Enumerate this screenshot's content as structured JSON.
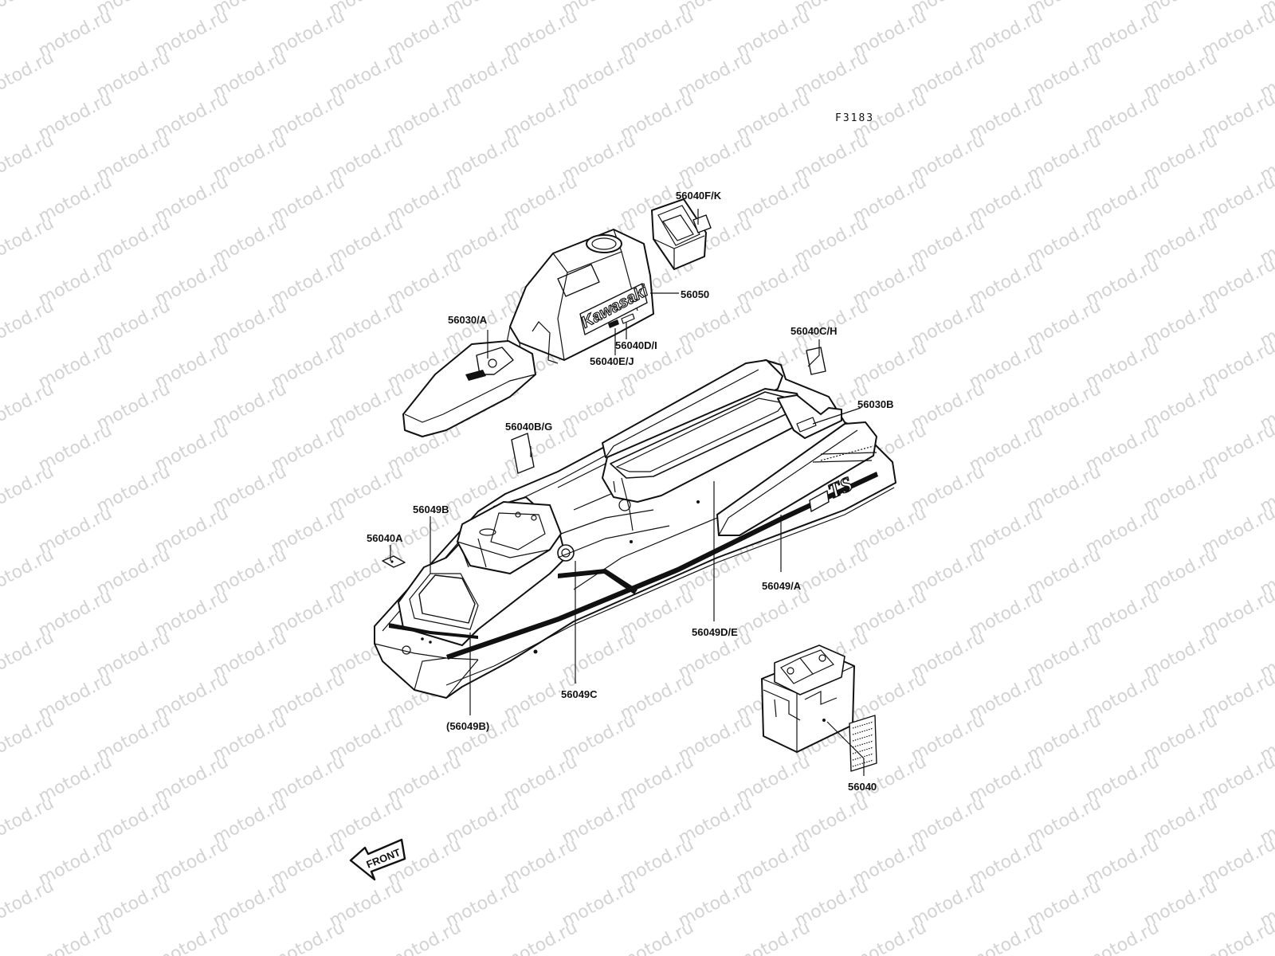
{
  "figure_code": "F3183",
  "watermark": "motod.ru",
  "logo_text": "Kawasaki",
  "front_arrow_text": "FRONT",
  "callouts": [
    {
      "id": "c1",
      "text": "56040F/K"
    },
    {
      "id": "c2",
      "text": "56050"
    },
    {
      "id": "c3",
      "text": "56030/A"
    },
    {
      "id": "c4",
      "text": "56040D/I"
    },
    {
      "id": "c5",
      "text": "56040E/J"
    },
    {
      "id": "c6",
      "text": "56040C/H"
    },
    {
      "id": "c7",
      "text": "56030B"
    },
    {
      "id": "c8",
      "text": "56040B/G"
    },
    {
      "id": "c9",
      "text": "56049B"
    },
    {
      "id": "c10",
      "text": "56040A"
    },
    {
      "id": "c11",
      "text": "56049/A"
    },
    {
      "id": "c12",
      "text": "56049D/E"
    },
    {
      "id": "c13",
      "text": "56049C"
    },
    {
      "id": "c14",
      "text": "(56049B)"
    },
    {
      "id": "c15",
      "text": "56040"
    }
  ],
  "colors": {
    "line": "#111111",
    "watermark": "#d3d3d3",
    "background": "#ffffff"
  }
}
